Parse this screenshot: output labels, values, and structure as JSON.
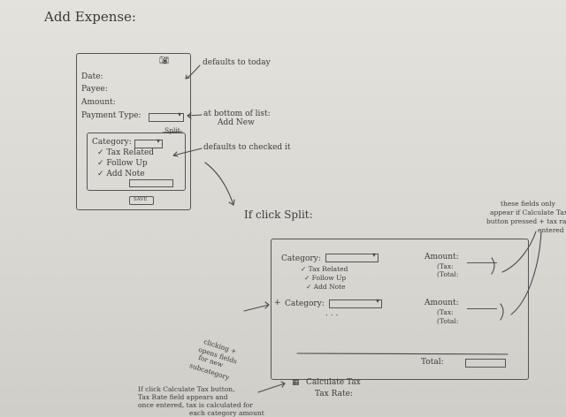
{
  "title": "Add Expense:",
  "form": {
    "date_label": "Date:",
    "payee_label": "Payee:",
    "amount_label": "Amount:",
    "payment_type_label": "Payment Type:",
    "split_label": "Split",
    "category_label": "Category:",
    "tax_related": "✓ Tax Related",
    "follow_up": "✓ Follow Up",
    "add_note": "✓ Add Note",
    "save_label": "SAVE"
  },
  "annotations": {
    "date_default": "defaults to today",
    "payment_bottom_1": "at bottom of list:",
    "payment_bottom_2": "Add New",
    "checked_default": "defaults to checked it",
    "if_click_split": "If click Split:",
    "fields_only_1": "these fields only",
    "fields_only_2": "appear if Calculate Tax",
    "fields_only_3": "button pressed + tax rate",
    "fields_only_4": "entered",
    "clicking_1": "clicking +",
    "clicking_2": "opens fields",
    "clicking_3": "for new",
    "clicking_4": "subcategory",
    "calc_note_1": "If click Calculate Tax button,",
    "calc_note_2": "Tax Rate field appears and",
    "calc_note_3": "once entered, tax is calculated for",
    "calc_note_4": "each category amount"
  },
  "split": {
    "category_label": "Category:",
    "tax_related": "✓ Tax Related",
    "follow_up": "✓ Follow Up",
    "add_note": "✓ Add Note",
    "amount_label": "Amount:",
    "tax_label": "(Tax:",
    "total_label": "(Total:",
    "plus": "+",
    "category2_label": "Category:",
    "ellipsis": ". . .",
    "amount2_label": "Amount:",
    "tax2_label": "(Tax:",
    "total2_label": "(Total:",
    "grand_total_label": "Total:",
    "calc_tax_label": "Calculate Tax",
    "tax_rate_label": "Tax Rate:"
  }
}
